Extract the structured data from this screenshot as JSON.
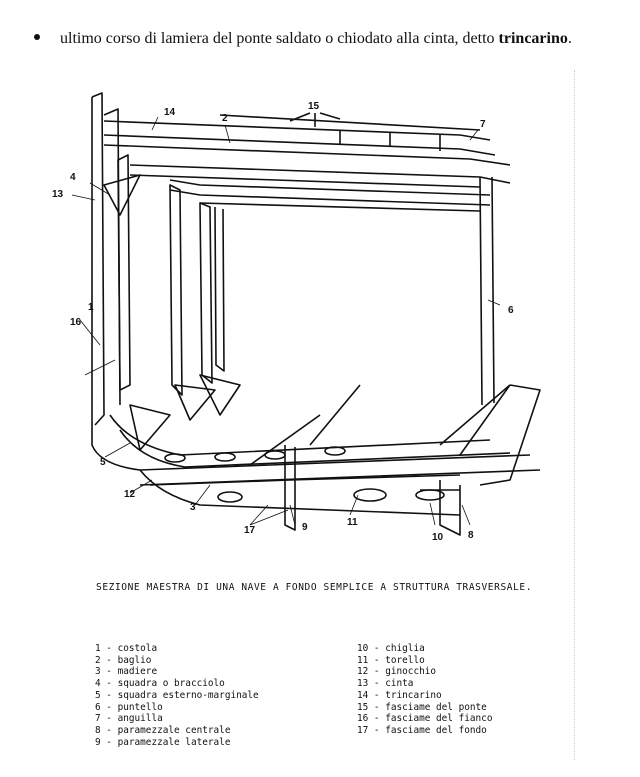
{
  "bullet": {
    "text": "ultimo corso di lamiera del ponte saldato o chiodato alla cinta, detto ",
    "bold": "trincarino",
    "end": "."
  },
  "figure": {
    "numbers": [
      "1",
      "2",
      "3",
      "4",
      "5",
      "6",
      "7",
      "8",
      "9",
      "10",
      "11",
      "12",
      "13",
      "14",
      "15",
      "16",
      "17"
    ]
  },
  "caption": "SEZIONE MAESTRA DI UNA NAVE A FONDO SEMPLICE A STRUTTURA TRASVERSALE.",
  "legend_left": [
    "1 - costola",
    "2 - baglio",
    "3 - madiere",
    "4 - squadra o bracciolo",
    "5 - squadra esterno-marginale",
    "6 - puntello",
    "7 - anguilla",
    "8 - paramezzale centrale",
    "9 - paramezzale laterale"
  ],
  "legend_right": [
    "10 - chiglia",
    "11 - torello",
    "12 - ginocchio",
    "13 - cinta",
    "14 - trincarino",
    "15 - fasciame del ponte",
    "16 - fasciame del fianco",
    "17 - fasciame del fondo"
  ]
}
